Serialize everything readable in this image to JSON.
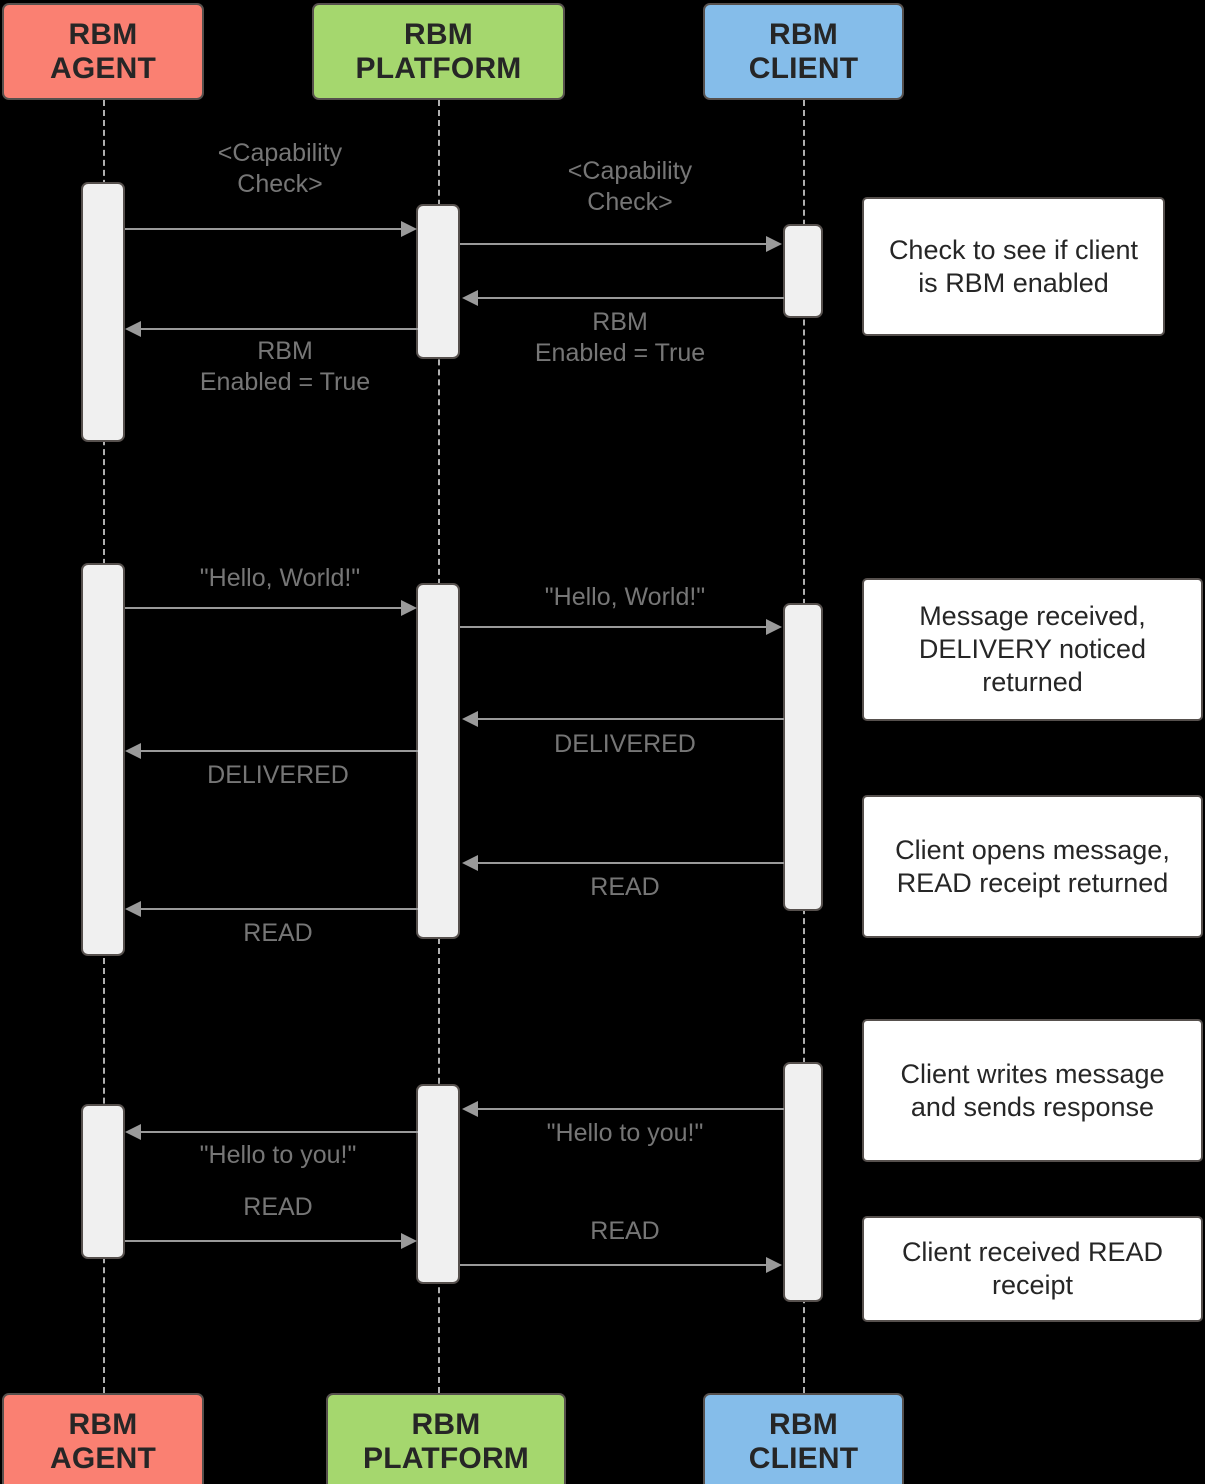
{
  "diagram": {
    "type": "sequence-diagram",
    "background_color": "#000000",
    "title": "RBM message flow sequence"
  },
  "actors": [
    {
      "id": "agent",
      "line1": "RBM",
      "line2": "AGENT",
      "color": "#fa8072"
    },
    {
      "id": "platform",
      "line1": "RBM",
      "line2": "PLATFORM",
      "color": "#a5d76e"
    },
    {
      "id": "client",
      "line1": "RBM",
      "line2": "CLIENT",
      "color": "#85bdea"
    }
  ],
  "messages": [
    {
      "id": "m1",
      "label": "<Capability\nCheck>",
      "from": "agent",
      "to": "platform"
    },
    {
      "id": "m2",
      "label": "<Capability\nCheck>",
      "from": "platform",
      "to": "client"
    },
    {
      "id": "m3",
      "label": "RBM\nEnabled = True",
      "from": "client",
      "to": "platform"
    },
    {
      "id": "m4",
      "label": "RBM\nEnabled = True",
      "from": "platform",
      "to": "agent"
    },
    {
      "id": "m5",
      "label": "\"Hello, World!\"",
      "from": "agent",
      "to": "platform"
    },
    {
      "id": "m6",
      "label": "\"Hello, World!\"",
      "from": "platform",
      "to": "client"
    },
    {
      "id": "m7",
      "label": "DELIVERED",
      "from": "client",
      "to": "platform"
    },
    {
      "id": "m8",
      "label": "DELIVERED",
      "from": "platform",
      "to": "agent"
    },
    {
      "id": "m9",
      "label": "READ",
      "from": "client",
      "to": "platform"
    },
    {
      "id": "m10",
      "label": "READ",
      "from": "platform",
      "to": "agent"
    },
    {
      "id": "m11",
      "label": "\"Hello to you!\"",
      "from": "client",
      "to": "platform"
    },
    {
      "id": "m12",
      "label": "\"Hello to you!\"",
      "from": "platform",
      "to": "agent"
    },
    {
      "id": "m13",
      "label": "READ",
      "from": "agent",
      "to": "platform"
    },
    {
      "id": "m14",
      "label": "READ",
      "from": "platform",
      "to": "client"
    }
  ],
  "notes": [
    {
      "id": "n1",
      "text": "Check to see if client is RBM enabled"
    },
    {
      "id": "n2",
      "text": "Message received, DELIVERY noticed returned"
    },
    {
      "id": "n3",
      "text": "Client opens message, READ receipt returned"
    },
    {
      "id": "n4",
      "text": "Client writes message and sends response"
    },
    {
      "id": "n5",
      "text": "Client received READ receipt"
    }
  ]
}
